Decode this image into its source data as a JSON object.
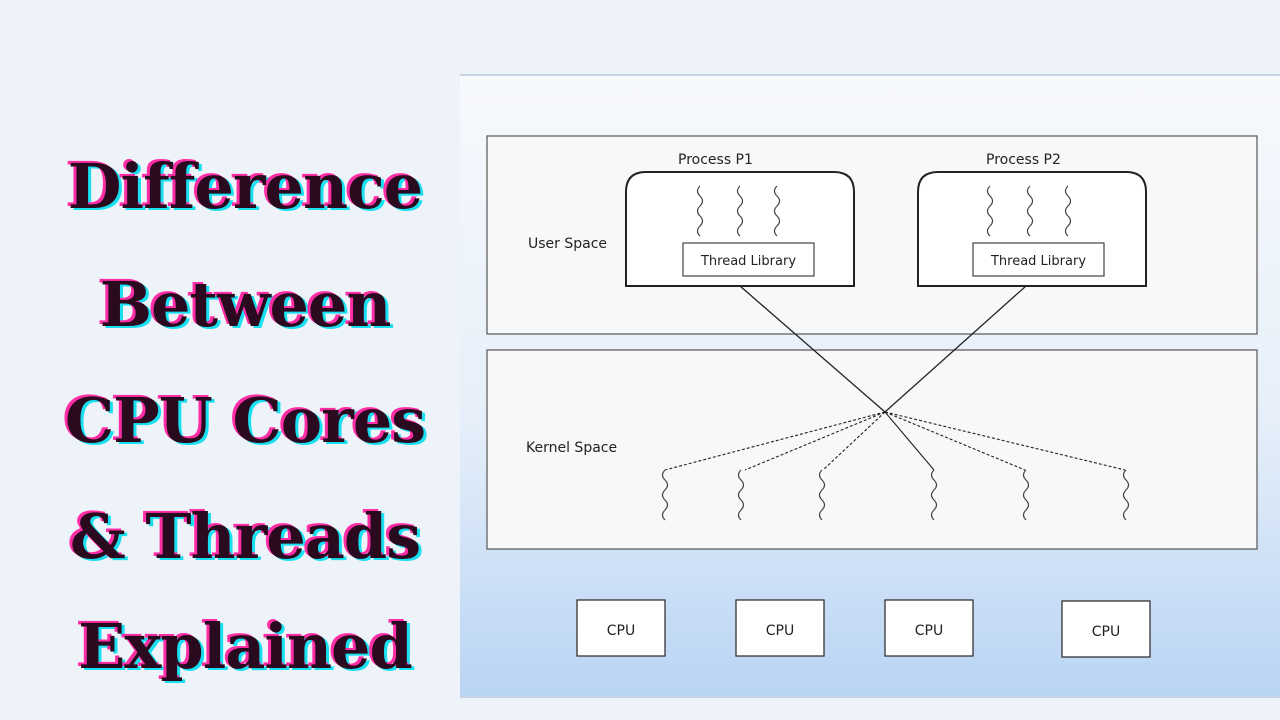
{
  "title": {
    "lines": [
      "Difference",
      "Between",
      "CPU Cores",
      "& Threads",
      "Explained"
    ]
  },
  "diagram": {
    "user_space_label": "User Space",
    "kernel_space_label": "Kernel Space",
    "process_1": {
      "label": "Process P1",
      "thread_library": "Thread Library"
    },
    "process_2": {
      "label": "Process P2",
      "thread_library": "Thread Library"
    },
    "cpus": [
      "CPU",
      "CPU",
      "CPU",
      "CPU"
    ]
  },
  "colors": {
    "title_text": "#2a0a1f",
    "title_shadow_pink": "#ff2ea6",
    "title_shadow_cyan": "#19e0f0",
    "panel_sky_top": "#f7f9fd",
    "panel_sky_bottom": "#b9d4f4"
  }
}
